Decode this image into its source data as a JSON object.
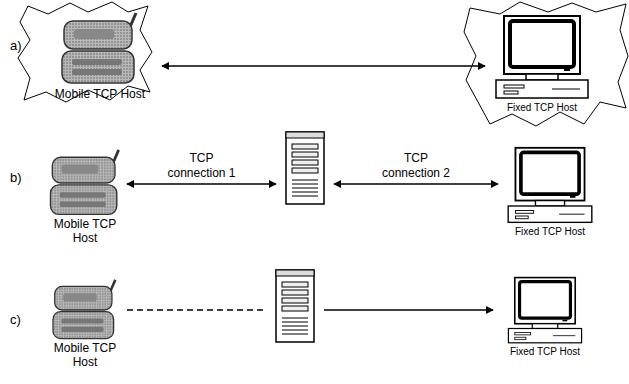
{
  "diagram": {
    "nodes": [
      {
        "text": [
          "Mobile TCP Host"
        ]
      },
      {
        "text": [
          "Fixed TCP Host"
        ]
      },
      {
        "text": [
          "Mobile TCP Host"
        ]
      },
      {
        "text": []
      },
      {
        "text": [
          "Fixed TCP Host"
        ]
      },
      {
        "text": [
          "Mobile TCP Host"
        ]
      },
      {
        "text": []
      },
      {
        "text": [
          "Fixed TCP Host"
        ]
      }
    ],
    "edges": [
      {
        "from": 0,
        "to": 1,
        "arrow": "both"
      },
      {
        "from": 2,
        "to": 3,
        "label": "TCP connection 1",
        "arrow": "both"
      },
      {
        "from": 3,
        "to": 4,
        "label": "TCP connection 2",
        "arrow": "both"
      },
      {
        "from": 5,
        "to": 6,
        "arrow": "none"
      },
      {
        "from": 6,
        "to": 7,
        "arrow": "to"
      }
    ],
    "labels": [
      "a)",
      "b)",
      "c)"
    ]
  }
}
